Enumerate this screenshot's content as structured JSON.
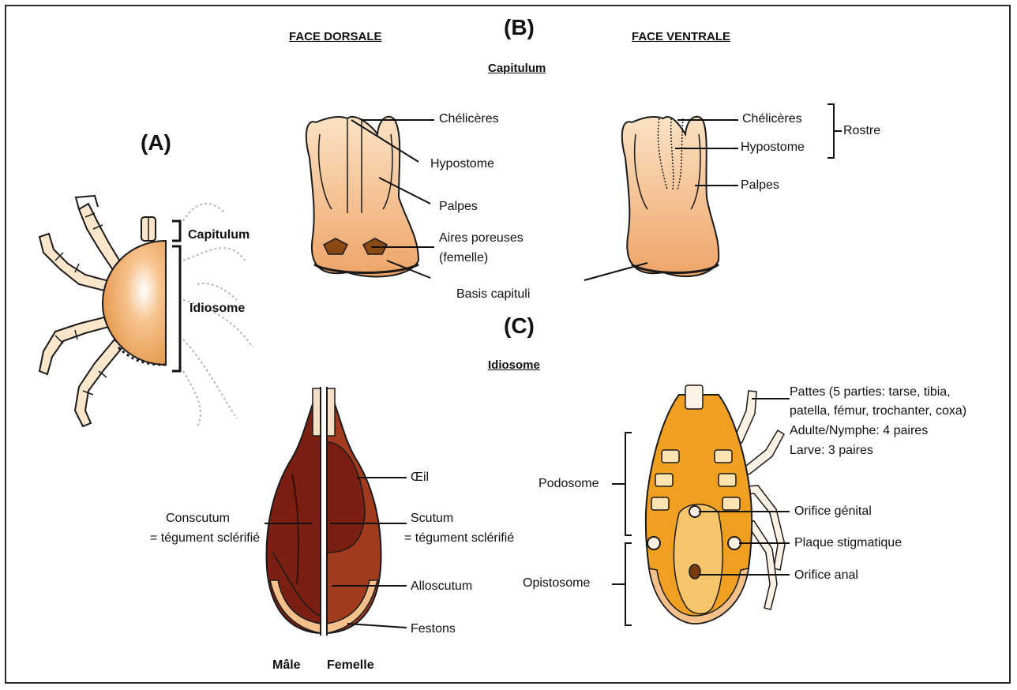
{
  "panels": {
    "a": "(A)",
    "b": "(B)",
    "c": "(C)"
  },
  "headers": {
    "dorsal": "FACE DORSALE",
    "ventral": "FACE VENTRALE",
    "capitulum": "Capitulum",
    "idiosome": "Idiosome"
  },
  "tick_a": {
    "capitulum": "Capitulum",
    "idiosome": "Idiosome"
  },
  "capitulum_dorsal": {
    "cheliceres": "Chélicères",
    "hypostome": "Hypostome",
    "palpes": "Palpes",
    "aires_1": "Aires poreuses",
    "aires_2": "(femelle)",
    "basis": "Basis capituli"
  },
  "capitulum_ventral": {
    "cheliceres": "Chélicères",
    "hypostome": "Hypostome",
    "rostre": "Rostre",
    "palpes": "Palpes"
  },
  "idiosome_dorsal": {
    "oeil": "Œil",
    "conscutum_1": "Conscutum",
    "conscutum_2": "= tégument sclérifié",
    "scutum_1": "Scutum",
    "scutum_2": "= tégument sclérifié",
    "alloscutum": "Alloscutum",
    "festons": "Festons",
    "male": "Mâle",
    "femelle": "Femelle"
  },
  "idiosome_ventral": {
    "pattes_1": "Pattes (5 parties: tarse, tibia,",
    "pattes_2": "patella, fémur, trochanter, coxa)",
    "pattes_3": "Adulte/Nymphe: 4 paires",
    "pattes_4": "Larve: 3 paires",
    "podosome": "Podosome",
    "opistosome": "Opistosome",
    "orifice_genital": "Orifice génital",
    "plaque": "Plaque stigmatique",
    "orifice_anal": "Orifice anal"
  },
  "colors": {
    "peach": "#f2b47a",
    "tan": "#e89a55",
    "maroon": "#7a1f12",
    "female_red": "#a23a1e",
    "orange": "#f0a020",
    "outline": "#1a1a1a"
  }
}
